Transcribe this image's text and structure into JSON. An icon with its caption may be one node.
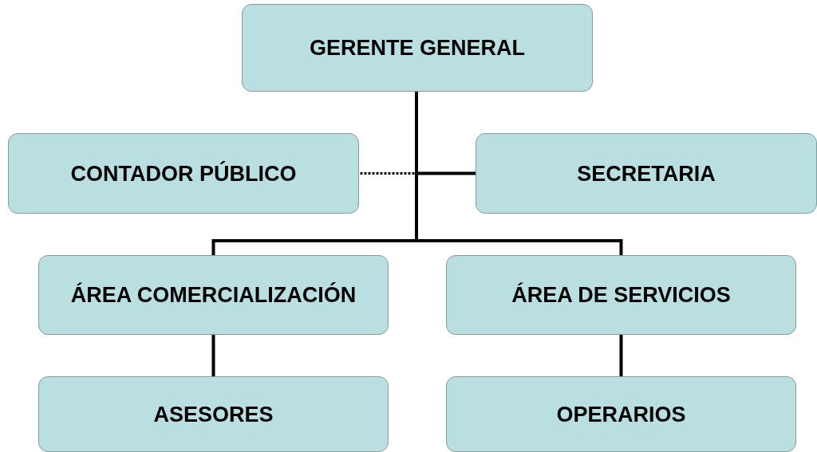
{
  "diagram": {
    "nodes": [
      {
        "text": [
          "GERENTE GENERAL"
        ]
      },
      {
        "text": [
          "CONTADOR PÚBLICO"
        ]
      },
      {
        "text": [
          "SECRETARIA"
        ]
      },
      {
        "text": [
          "ÁREA COMERCIALIZACIÓN"
        ]
      },
      {
        "text": [
          "ÁREA DE SERVICIOS"
        ]
      },
      {
        "text": [
          "ASESORES"
        ]
      },
      {
        "text": [
          "OPERARIOS"
        ]
      }
    ],
    "edges": [
      {
        "from": 0,
        "to": 1,
        "arrow": "none",
        "style": "dashed"
      },
      {
        "from": 0,
        "to": 2,
        "arrow": "none"
      },
      {
        "from": 0,
        "to": 3,
        "arrow": "none"
      },
      {
        "from": 0,
        "to": 4,
        "arrow": "none"
      },
      {
        "from": 3,
        "to": 5,
        "arrow": "none"
      },
      {
        "from": 4,
        "to": 6,
        "arrow": "none"
      }
    ]
  }
}
